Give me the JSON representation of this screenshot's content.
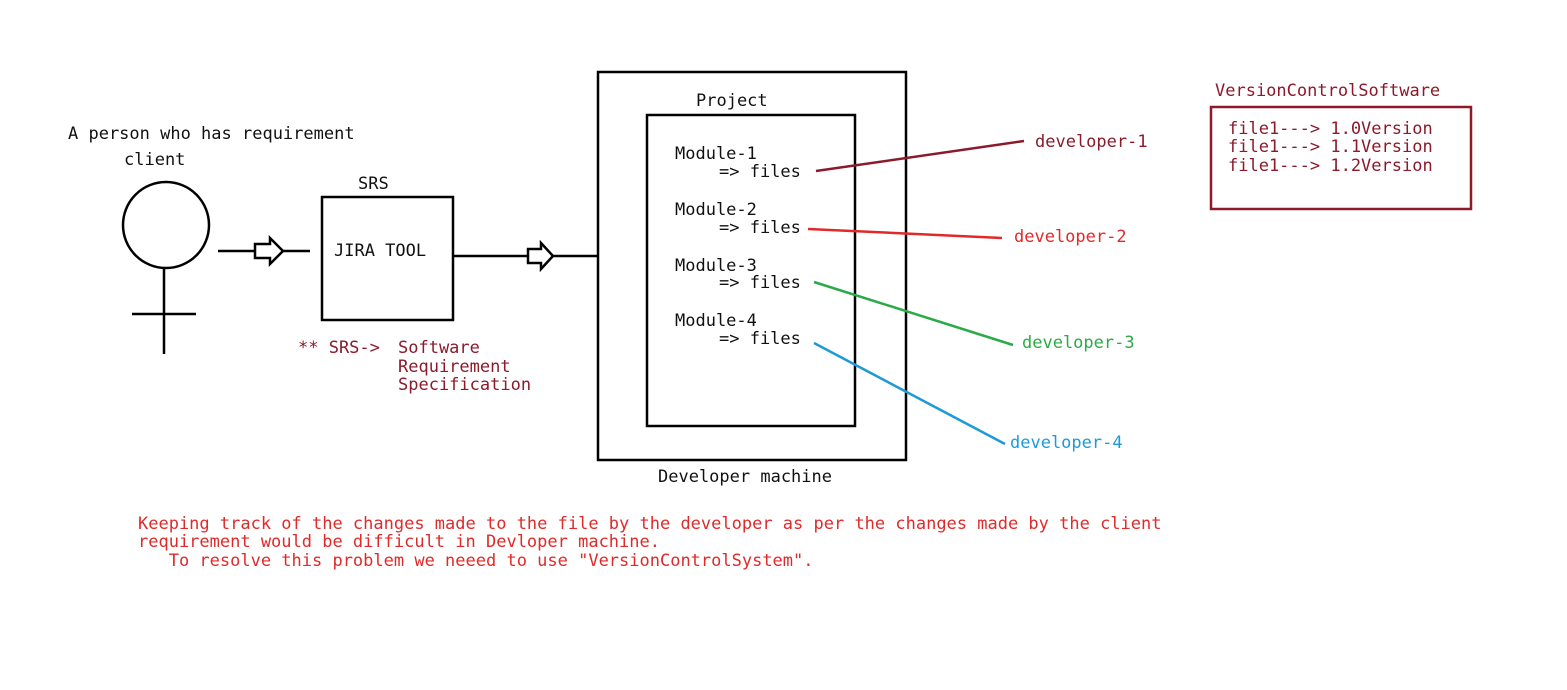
{
  "client": {
    "heading": "A person who has requirement",
    "label": "client"
  },
  "srs": {
    "label": "SRS",
    "tool": "JIRA TOOL",
    "note_prefix": "** SRS->",
    "note_lines": [
      "Software",
      "Requirement",
      "Specification"
    ]
  },
  "machine": {
    "label": "Developer machine",
    "project_label": "Project",
    "modules": [
      {
        "name": "Module-1",
        "files": "=> files"
      },
      {
        "name": "Module-2",
        "files": "=> files"
      },
      {
        "name": "Module-3",
        "files": "=> files"
      },
      {
        "name": "Module-4",
        "files": "=> files"
      }
    ]
  },
  "developers": [
    {
      "label": "developer-1",
      "color": "#8b1a2b"
    },
    {
      "label": "developer-2",
      "color": "#e02a2a"
    },
    {
      "label": "developer-3",
      "color": "#2daa48"
    },
    {
      "label": "developer-4",
      "color": "#1e9ad6"
    }
  ],
  "vcs": {
    "title": "VersionControlSoftware",
    "entries": [
      "file1---> 1.0Version",
      "file1---> 1.1Version",
      "file1---> 1.2Version"
    ],
    "color": "#8b1a2b"
  },
  "problem": {
    "lines": [
      "Keeping track of the changes made to the file by the developer as per the changes made by the client",
      "requirement would be difficult in Devloper machine.",
      "   To resolve this problem we neeed to use \"VersionControlSystem\"."
    ],
    "color": "#e02a2a"
  }
}
